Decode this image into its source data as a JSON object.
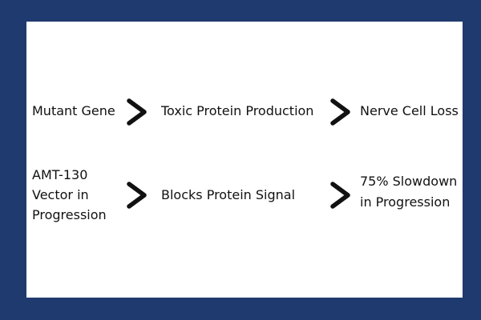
{
  "colors": {
    "frame": "#1f3a6e",
    "panel": "#ffffff",
    "text": "#111111",
    "arrow": "#111111"
  },
  "row1": {
    "step1": "Mutant Gene",
    "step2": "Toxic Protein Production",
    "step3": "Nerve Cell Loss"
  },
  "row2": {
    "step1_lines": [
      "AMT-130",
      "Vector in",
      "Progression"
    ],
    "step2": "Blocks Protein Signal",
    "step3_lines": [
      "75% Slowdown",
      "in Progression"
    ]
  },
  "arrow_icon": "chevron-right-icon"
}
